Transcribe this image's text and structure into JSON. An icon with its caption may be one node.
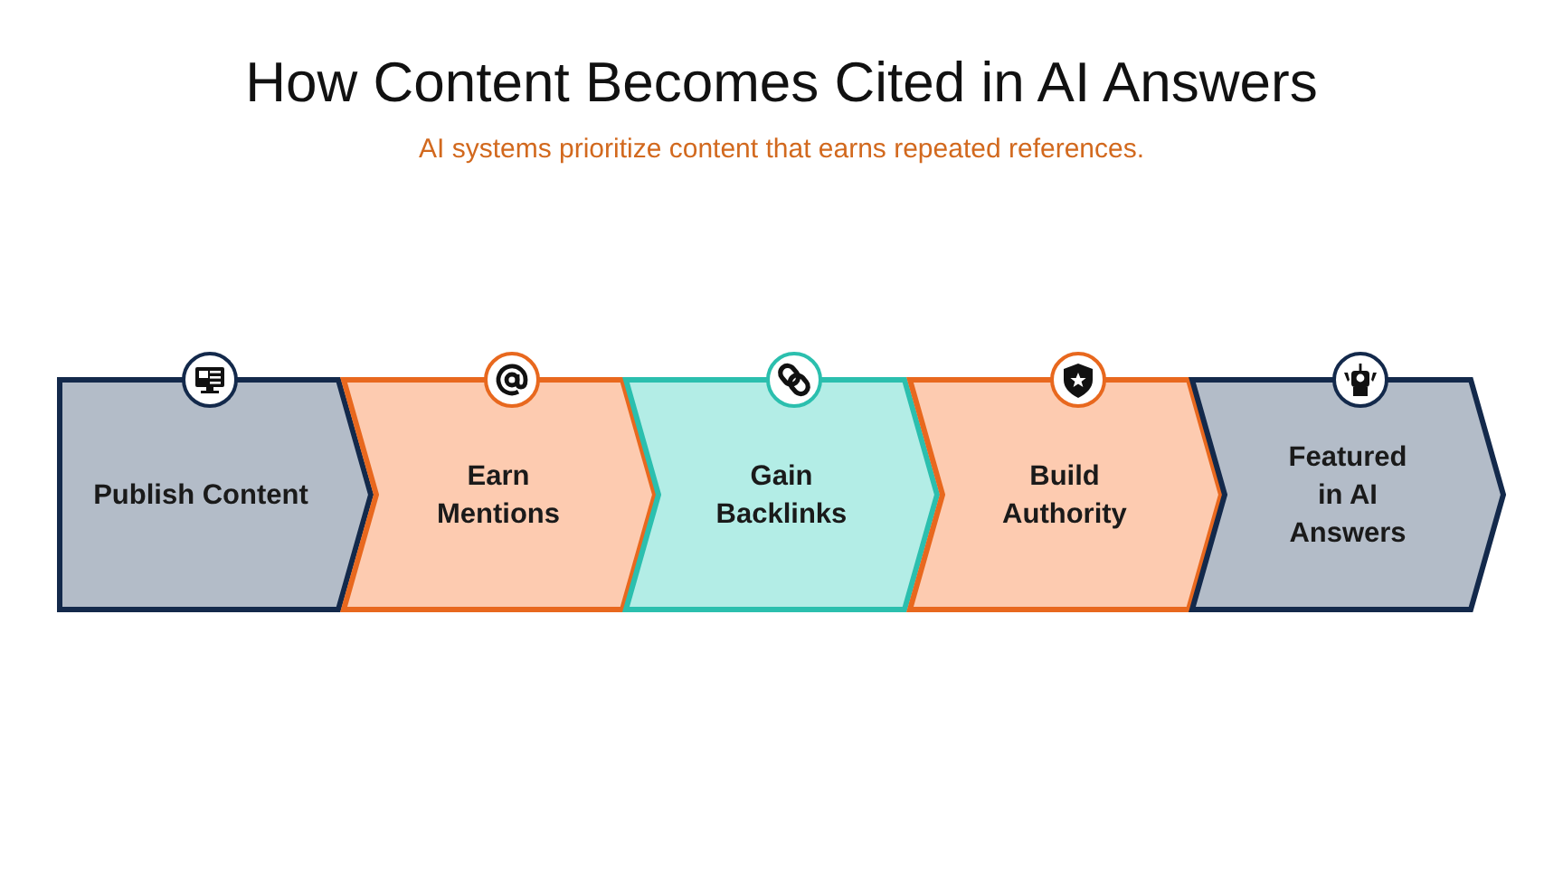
{
  "diagram": {
    "title": "How Content Becomes Cited in AI Answers",
    "caption": "AI systems prioritize content that earns repeated references.",
    "nodes": [
      {
        "text": [
          "Publish Content"
        ]
      },
      {
        "text": [
          "Earn Mentions"
        ]
      },
      {
        "text": [
          "Gain Backlinks"
        ]
      },
      {
        "text": [
          "Build Authority"
        ]
      },
      {
        "text": [
          "Featured in AI Answers"
        ]
      }
    ]
  }
}
